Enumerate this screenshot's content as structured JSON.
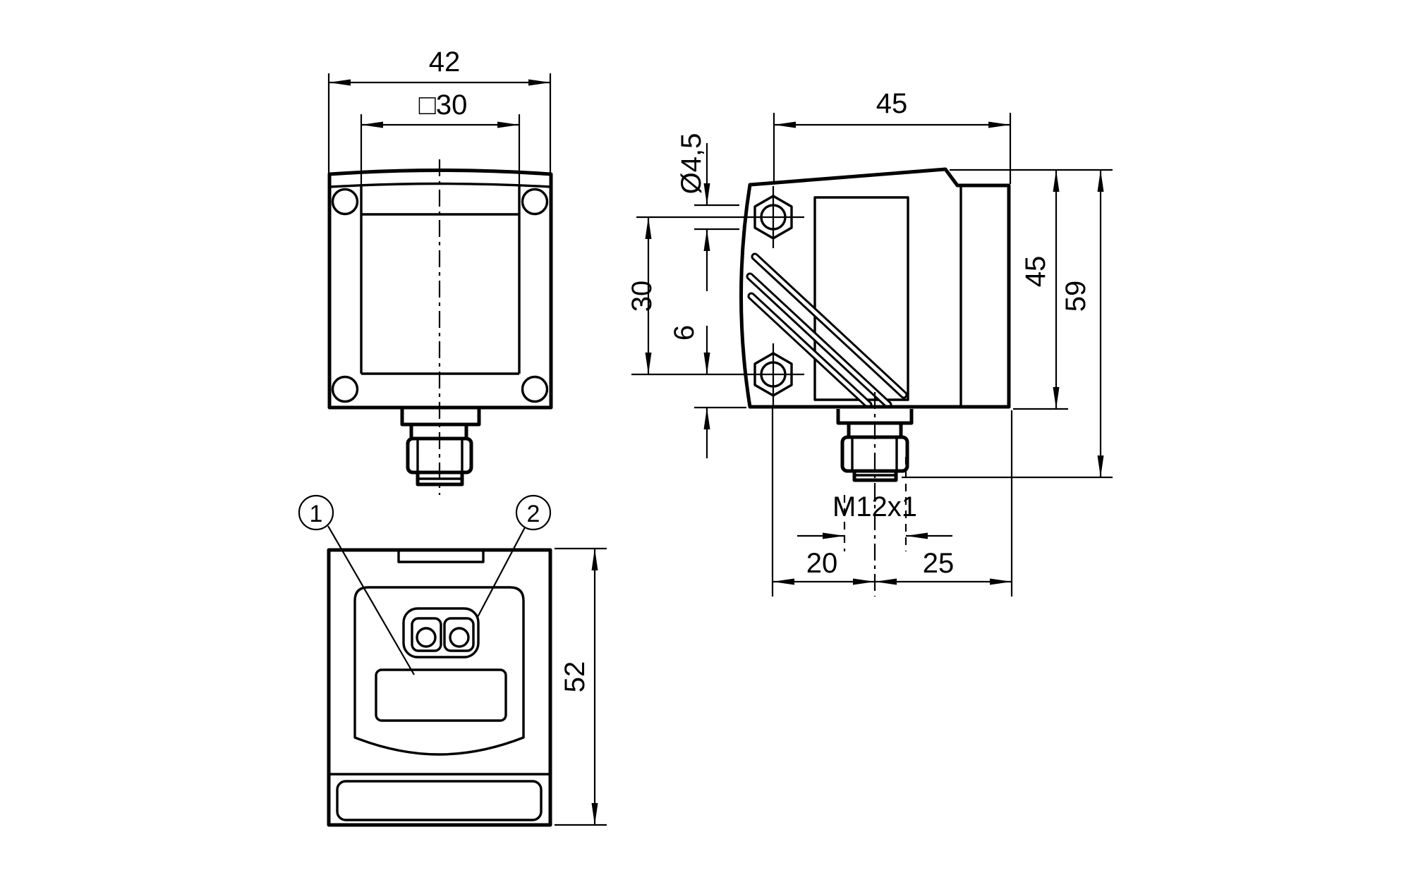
{
  "drawing": {
    "type": "technical-dimensional-drawing",
    "units": "mm",
    "colors": {
      "line": "#000000",
      "background": "#ffffff"
    },
    "front_top": {
      "width_dim": "42",
      "window_dim": "□30"
    },
    "front_face": {
      "height_dim": "52",
      "callout_display": "1",
      "callout_lens": "2"
    },
    "side": {
      "depth_dim": "45",
      "hole_dia_dim": "Ø4,5",
      "hole_spacing_dim": "30",
      "hole_offset_dim": "6",
      "height_dim": "45",
      "total_height_dim": "59",
      "thread_dim": "M12x1",
      "conn_left_dim": "20",
      "conn_right_dim": "25"
    }
  }
}
